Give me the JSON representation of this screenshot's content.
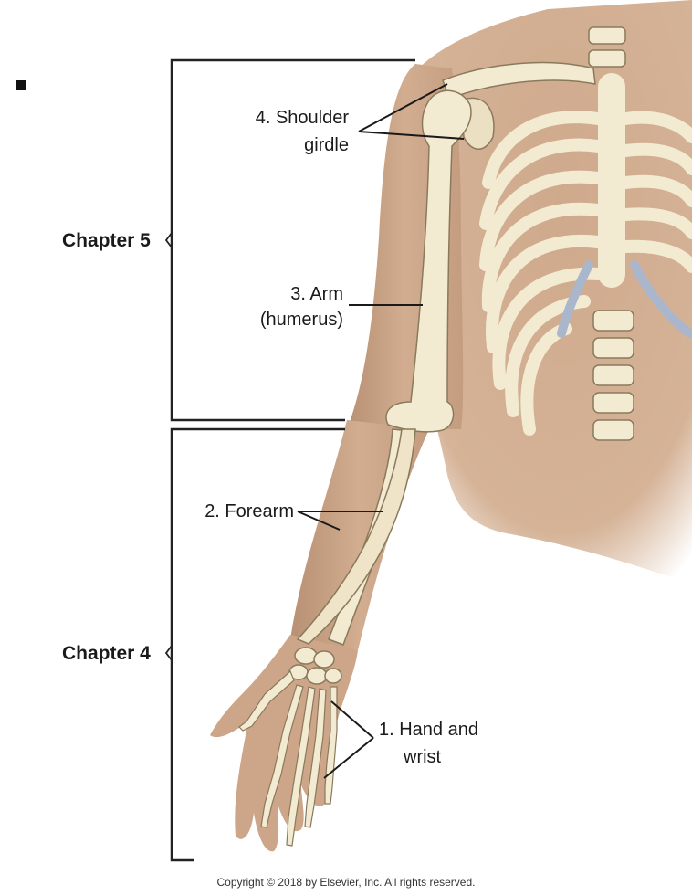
{
  "bullet": "■",
  "labels": {
    "chapter_5": "Chapter 5",
    "chapter_4": "Chapter 4",
    "shoulder_line1": "4. Shoulder",
    "shoulder_line2": "girdle",
    "arm_line1": "3. Arm",
    "arm_line2": "(humerus)",
    "forearm": "2. Forearm",
    "hand_line1": "1. Hand and",
    "hand_line2": "wrist"
  },
  "copyright": "Copyright © 2018 by Elsevier, Inc. All rights reserved.",
  "colors": {
    "skin": "#cfa98c",
    "skin_shadow": "#b89074",
    "bone": "#f3ead2",
    "bone_outline": "#8a7a5c",
    "cartilage": "#aab6cc",
    "bracket": "#222222"
  }
}
